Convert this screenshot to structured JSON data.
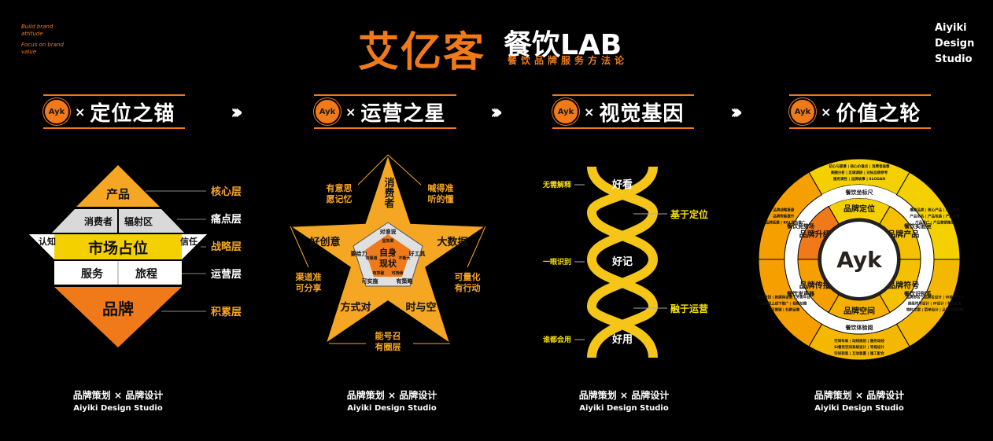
{
  "header": {
    "taglines": [
      "Build brand attitude",
      "Focus on brand value"
    ],
    "brand_cn": "艾亿客",
    "brand_lab": "餐饮LAB",
    "subtitle": "餐饮品牌服务方法论",
    "studio": [
      "Aiyiki",
      "Design",
      "Studio"
    ]
  },
  "colors": {
    "orange": "#f07a1a",
    "yellow": "#f5c518",
    "gray": "#d9d9d9",
    "background": "#000000"
  },
  "logo_text": "Ayk",
  "times": "×",
  "arrows": "›››",
  "sections": [
    {
      "title": "定位之锚"
    },
    {
      "title": "运营之星"
    },
    {
      "title": "视觉基因"
    },
    {
      "title": "价值之轮"
    }
  ],
  "pyramid": {
    "top": "产品",
    "row2": [
      "消费者",
      "辐射区"
    ],
    "middle": "市场占位",
    "wings": [
      "认知",
      "信任"
    ],
    "row4": [
      "服务",
      "旅程"
    ],
    "bottom": "品牌",
    "layers": [
      "核心层",
      "痛点层",
      "战略层",
      "运营层",
      "积累层"
    ]
  },
  "star": {
    "center": [
      "自身",
      "现状"
    ],
    "arms": [
      "消费者",
      "大数据",
      "时与空",
      "方式对",
      "好创意"
    ],
    "ring_outer": [
      "对谁说",
      "好工具",
      "有策略",
      "可实施",
      "要给力"
    ],
    "ring_inner": [
      "显效果",
      "不断大",
      "可持续",
      "有突破",
      "有渠道"
    ],
    "labels": [
      [
        "有意思",
        "愿记忆"
      ],
      [
        "喊得准",
        "听的懂"
      ],
      [
        "渠道准",
        "可分享"
      ],
      [
        "可量化",
        "有行动"
      ],
      [
        "能号召",
        "有圈层"
      ]
    ]
  },
  "dna": {
    "nodes": [
      "好看",
      "好记",
      "好用"
    ],
    "left_labels": [
      "无需解释",
      "一眼识别",
      "谁都会用"
    ],
    "right_labels": [
      "基于定位",
      "融于运营"
    ]
  },
  "wheel": {
    "center": "Ayk",
    "inner": [
      "品牌定位",
      "品牌产品",
      "品牌符号",
      "品牌空间",
      "品牌传播",
      "品牌升级"
    ],
    "ring": [
      "餐饮坐标尺",
      "餐饮实验室",
      "餐饮识别系",
      "餐饮体验阅",
      "餐饮发声器",
      "餐饮竞势场"
    ],
    "outer": [
      [
        "初心与愿景 | 核心价值点 | 消费者画像",
        "商圈分析 | 区域调研 | 对标品牌参考",
        "服务调性 | 品牌故事 | SLOGAN"
      ],
      [
        "爆款品类 | 核心产品 | 产品矩阵",
        "产品命名 | 产品包装 | 产品故事",
        "产品推广 | 产品营销策划"
      ],
      [
        "品牌命名 | 品牌名设计 | VI系统设计",
        "超级符号设计 | IP设计 | 辅助图形",
        "物料文案 | 菜单设计 | 品牌视觉延展"
      ],
      [
        "空间布局 | 动线规划 | 服务动线",
        "SI餐饮空间系统设计 | 导视设计",
        "空间软装 | 互动装置 | 施工配合"
      ],
      [
        "活动策划 | 新媒体运营 | 外卖平台",
        "品牌线上线下推广 | 视频拍摄",
        "节日营销 | 社群运营"
      ],
      [
        "品牌战略复盘",
        "品牌势能提升",
        "子品牌延展 | KOL联合推广"
      ]
    ]
  },
  "footer": {
    "line1": "品牌策划 × 品牌设计",
    "line2": "Aiyiki Design Studio"
  }
}
